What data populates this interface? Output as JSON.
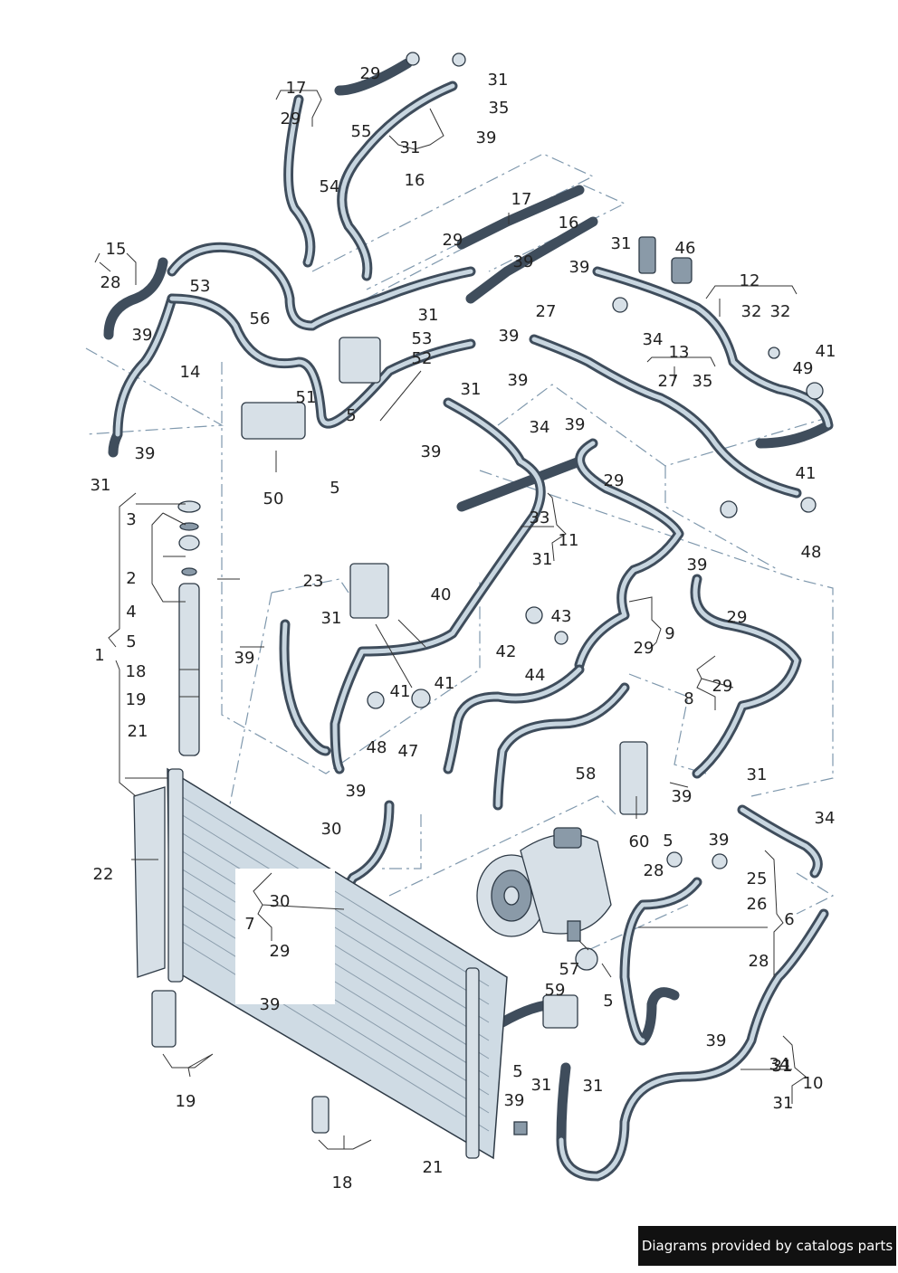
{
  "labels": [
    "1",
    "2",
    "3",
    "4",
    "5",
    "5",
    "5",
    "5",
    "5",
    "5",
    "6",
    "7",
    "8",
    "9",
    "10",
    "11",
    "12",
    "13",
    "14",
    "15",
    "16",
    "16",
    "17",
    "17",
    "18",
    "18",
    "19",
    "19",
    "21",
    "21",
    "22",
    "23",
    "25",
    "26",
    "27",
    "27",
    "28",
    "28",
    "28",
    "29",
    "29",
    "29",
    "29",
    "29",
    "29",
    "29",
    "29",
    "30",
    "30",
    "31",
    "31",
    "31",
    "31",
    "31",
    "31",
    "31",
    "31",
    "31",
    "31",
    "31",
    "31",
    "31",
    "32",
    "32",
    "33",
    "34",
    "34",
    "34",
    "34",
    "35",
    "35",
    "39",
    "39",
    "39",
    "39",
    "39",
    "39",
    "39",
    "39",
    "39",
    "39",
    "39",
    "39",
    "39",
    "39",
    "39",
    "39",
    "39",
    "40",
    "41",
    "41",
    "41",
    "41",
    "42",
    "43",
    "44",
    "46",
    "47",
    "48",
    "48",
    "49",
    "50",
    "51",
    "52",
    "53",
    "53",
    "54",
    "55",
    "56",
    "57",
    "58",
    "59",
    "60"
  ],
  "watermark": "Diagrams provided by catalogs parts"
}
